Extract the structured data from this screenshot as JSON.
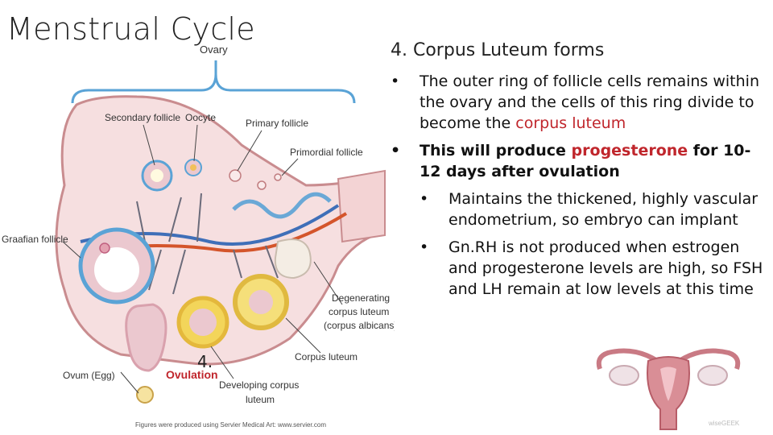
{
  "slide": {
    "title": "Menstrual Cycle",
    "subtitle": "4. Corpus Luteum forms"
  },
  "bullets": {
    "b1_pre": "The outer ring of follicle cells remains within the ovary and the cells of this ring divide to become the ",
    "b1_red": "corpus luteum",
    "b2_pre": "This will produce ",
    "b2_red": "progesterone",
    "b2_post": " for 10-12 days after ovulation",
    "b3": "Maintains the thickened, highly vascular endometrium, so embryo can implant",
    "b4": "Gn.RH is not produced when estrogen and progesterone levels are high, so FSH and LH remain at low levels at this time",
    "bullet_char": "•"
  },
  "diagram": {
    "labels": {
      "ovary": "Ovary",
      "secondary_follicle": "Secondary follicle",
      "oocyte": "Oocyte",
      "primary_follicle": "Primary follicle",
      "primordial_follicle": "Primordial follicle",
      "graafian_follicle": "Graafian follicle",
      "degenerating_1": "Degenerating",
      "degenerating_2": "corpus luteum",
      "degenerating_3": "(corpus albicans)",
      "corpus_luteum": "Corpus luteum",
      "ovum": "Ovum (Egg)",
      "ovulation": "Ovulation",
      "developing_1": "Developing corpus",
      "developing_2": "luteum",
      "stage_number": "4.",
      "credit": "Figures were produced using Servier Medical Art: www.servier.com"
    }
  },
  "watermark": "wiseGEEK",
  "colors": {
    "red": "#c0262c",
    "ovary_fill": "#f6dfe0",
    "corpus_yellow": "#f3d55a"
  }
}
